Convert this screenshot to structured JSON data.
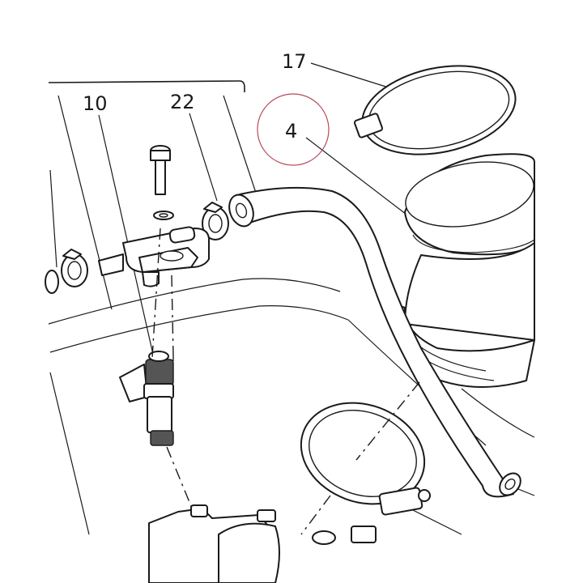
{
  "callouts": {
    "c17": "17",
    "c10": "10",
    "c22": "22",
    "c4": "4"
  },
  "highlight_color": "#b5485a",
  "line_color": "#1a1a1a"
}
